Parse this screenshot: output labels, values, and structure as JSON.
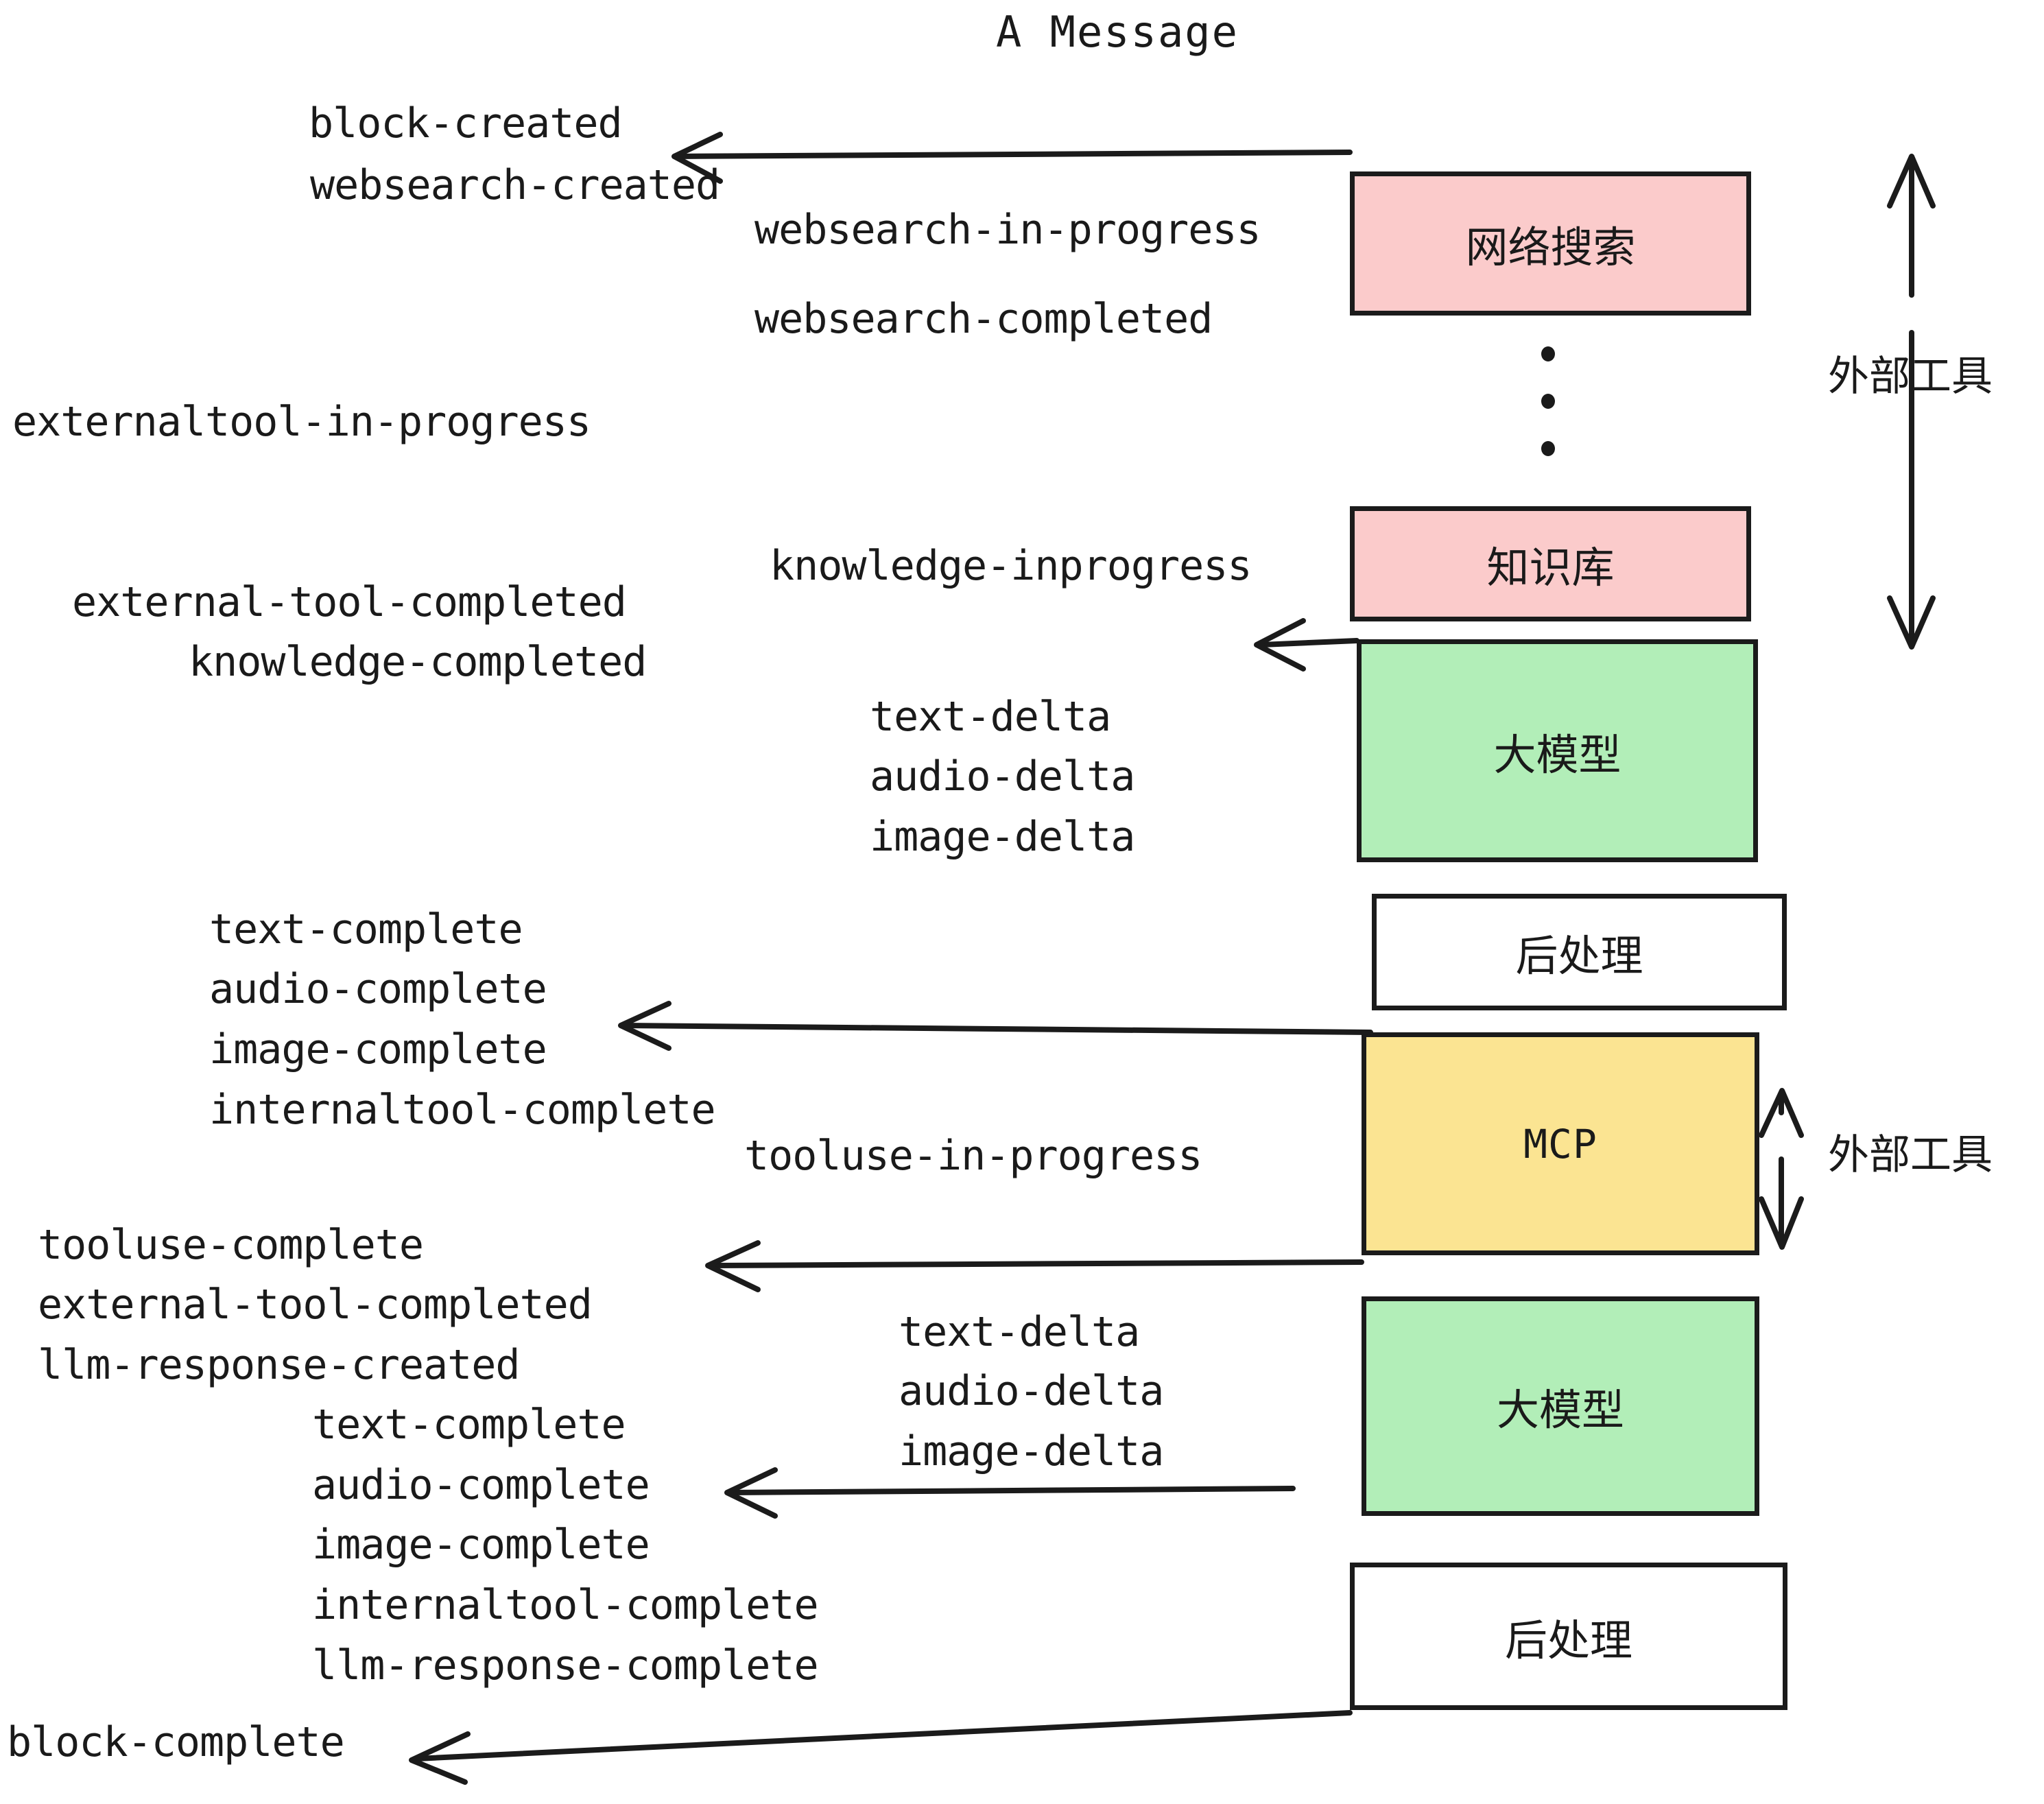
{
  "title": "A Message",
  "colors": {
    "pink": "#fbcbcb",
    "green": "#b2eeb8",
    "yellow": "#fbe492",
    "white": "#ffffff",
    "stroke": "#1b1b1b",
    "text": "#1a1a1a",
    "background": "#ffffff"
  },
  "nodes": [
    {
      "id": "websearch",
      "label": "网络搜索",
      "fill": "pink",
      "script": "cjk"
    },
    {
      "id": "knowledge",
      "label": "知识库",
      "fill": "pink",
      "script": "cjk"
    },
    {
      "id": "llm-1",
      "label": "大模型",
      "fill": "green",
      "script": "cjk"
    },
    {
      "id": "postprocess-1",
      "label": "后处理",
      "fill": "white",
      "script": "cjk"
    },
    {
      "id": "mcp",
      "label": "MCP",
      "fill": "yellow",
      "script": "latin"
    },
    {
      "id": "llm-2",
      "label": "大模型",
      "fill": "green",
      "script": "cjk"
    },
    {
      "id": "postprocess-2",
      "label": "后处理",
      "fill": "white",
      "script": "cjk"
    }
  ],
  "side_annotations": [
    {
      "id": "external-tools-top",
      "label": "外部工具"
    },
    {
      "id": "external-tools-bottom",
      "label": "外部工具"
    }
  ],
  "events": [
    {
      "id": "block-created",
      "text": "block-created"
    },
    {
      "id": "websearch-created",
      "text": "websearch-created"
    },
    {
      "id": "websearch-in-progress",
      "text": "websearch-in-progress"
    },
    {
      "id": "websearch-completed",
      "text": "websearch-completed"
    },
    {
      "id": "externaltool-in-progress",
      "text": "externaltool-in-progress"
    },
    {
      "id": "knowledge-inprogress",
      "text": "knowledge-inprogress"
    },
    {
      "id": "external-tool-completed-1",
      "text": "external-tool-completed"
    },
    {
      "id": "knowledge-completed",
      "text": "knowledge-completed"
    },
    {
      "id": "text-delta-1",
      "text": "text-delta"
    },
    {
      "id": "audio-delta-1",
      "text": "audio-delta"
    },
    {
      "id": "image-delta-1",
      "text": "image-delta"
    },
    {
      "id": "text-complete-1",
      "text": "text-complete"
    },
    {
      "id": "audio-complete-1",
      "text": "audio-complete"
    },
    {
      "id": "image-complete-1",
      "text": "image-complete"
    },
    {
      "id": "internaltool-complete-1",
      "text": "internaltool-complete"
    },
    {
      "id": "tooluse-in-progress",
      "text": "tooluse-in-progress"
    },
    {
      "id": "tooluse-complete",
      "text": "tooluse-complete"
    },
    {
      "id": "external-tool-completed-2",
      "text": "external-tool-completed"
    },
    {
      "id": "llm-response-created",
      "text": "llm-response-created"
    },
    {
      "id": "text-delta-2",
      "text": "text-delta"
    },
    {
      "id": "audio-delta-2",
      "text": "audio-delta"
    },
    {
      "id": "image-delta-2",
      "text": "image-delta"
    },
    {
      "id": "text-complete-2",
      "text": "text-complete"
    },
    {
      "id": "audio-complete-2",
      "text": "audio-complete"
    },
    {
      "id": "image-complete-2",
      "text": "image-complete"
    },
    {
      "id": "internaltool-complete-2",
      "text": "internaltool-complete"
    },
    {
      "id": "llm-response-complete",
      "text": "llm-response-complete"
    },
    {
      "id": "block-complete",
      "text": "block-complete"
    }
  ],
  "ellipsis": {
    "id": "vertical-ellipsis",
    "count": 3
  }
}
